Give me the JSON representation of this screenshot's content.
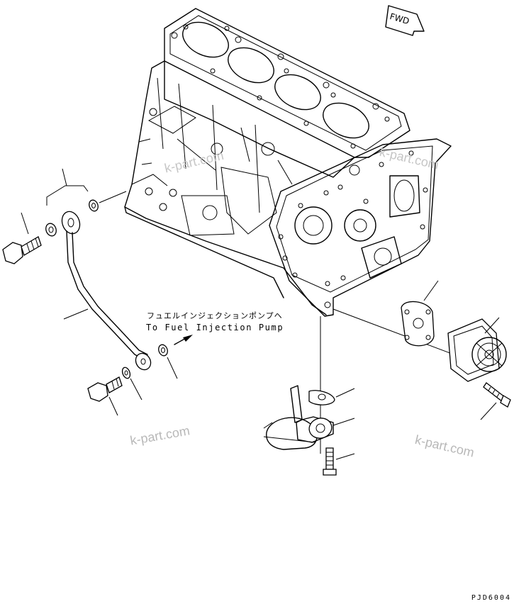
{
  "callouts": {
    "label_jp": "フュエルインジェクションポンプヘ",
    "label_en": "To Fuel Injection Pump"
  },
  "direction_marker": {
    "text": "FWD"
  },
  "watermarks": [
    "k-part.com",
    "k-part.com",
    "k-part.com",
    "k-part.com"
  ],
  "drawing_code": "PJD6004",
  "colors": {
    "ink": "#000000",
    "watermark": "#c0c0c0",
    "background": "#ffffff"
  }
}
